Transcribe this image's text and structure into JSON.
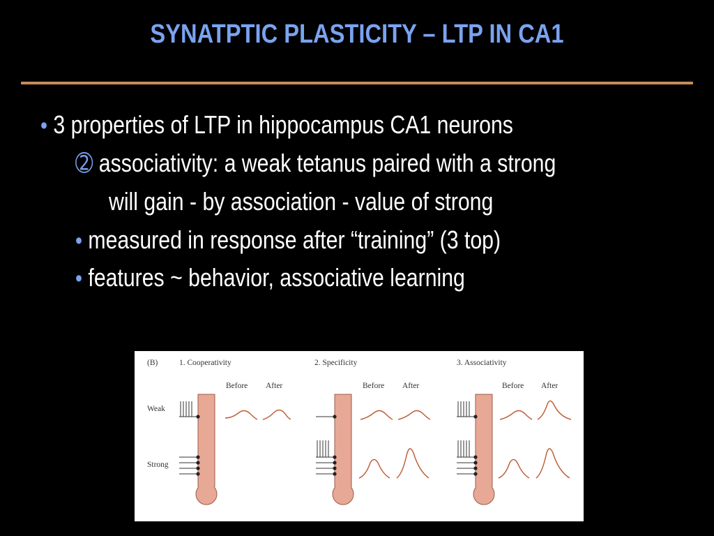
{
  "slide": {
    "title": "SYNATPTIC PLASTICITY – LTP IN CA1",
    "colors": {
      "background": "#000000",
      "title": "#7aa3f0",
      "rule": "#c48d5c",
      "text": "#ffffff",
      "bullet": "#7aa3f0"
    },
    "bullets": [
      {
        "marker": "•",
        "text": "3 properties of LTP in hippocampus CA1 neurons"
      },
      {
        "marker": "➁",
        "text": "associativity: a weak tetanus paired with a strong"
      },
      {
        "marker": "",
        "text": "will gain - by association -  value of strong"
      },
      {
        "marker": "•",
        "text": "measured in response after “training” (3 top)"
      },
      {
        "marker": "•",
        "text": "features ~ behavior, associative learning"
      }
    ]
  },
  "figure": {
    "panel_label": "(B)",
    "panels": [
      {
        "title": "1.  Cooperativity",
        "before": "Before",
        "after": "After"
      },
      {
        "title": "2.  Specificity",
        "before": "Before",
        "after": "After"
      },
      {
        "title": "3.  Associativity",
        "before": "Before",
        "after": "After"
      }
    ],
    "row_labels": {
      "weak": "Weak",
      "strong": "Strong"
    },
    "colors": {
      "neuron_fill": "#e8a896",
      "neuron_stroke": "#9a5a48",
      "trace": "#c0603c",
      "text": "#333333"
    }
  }
}
